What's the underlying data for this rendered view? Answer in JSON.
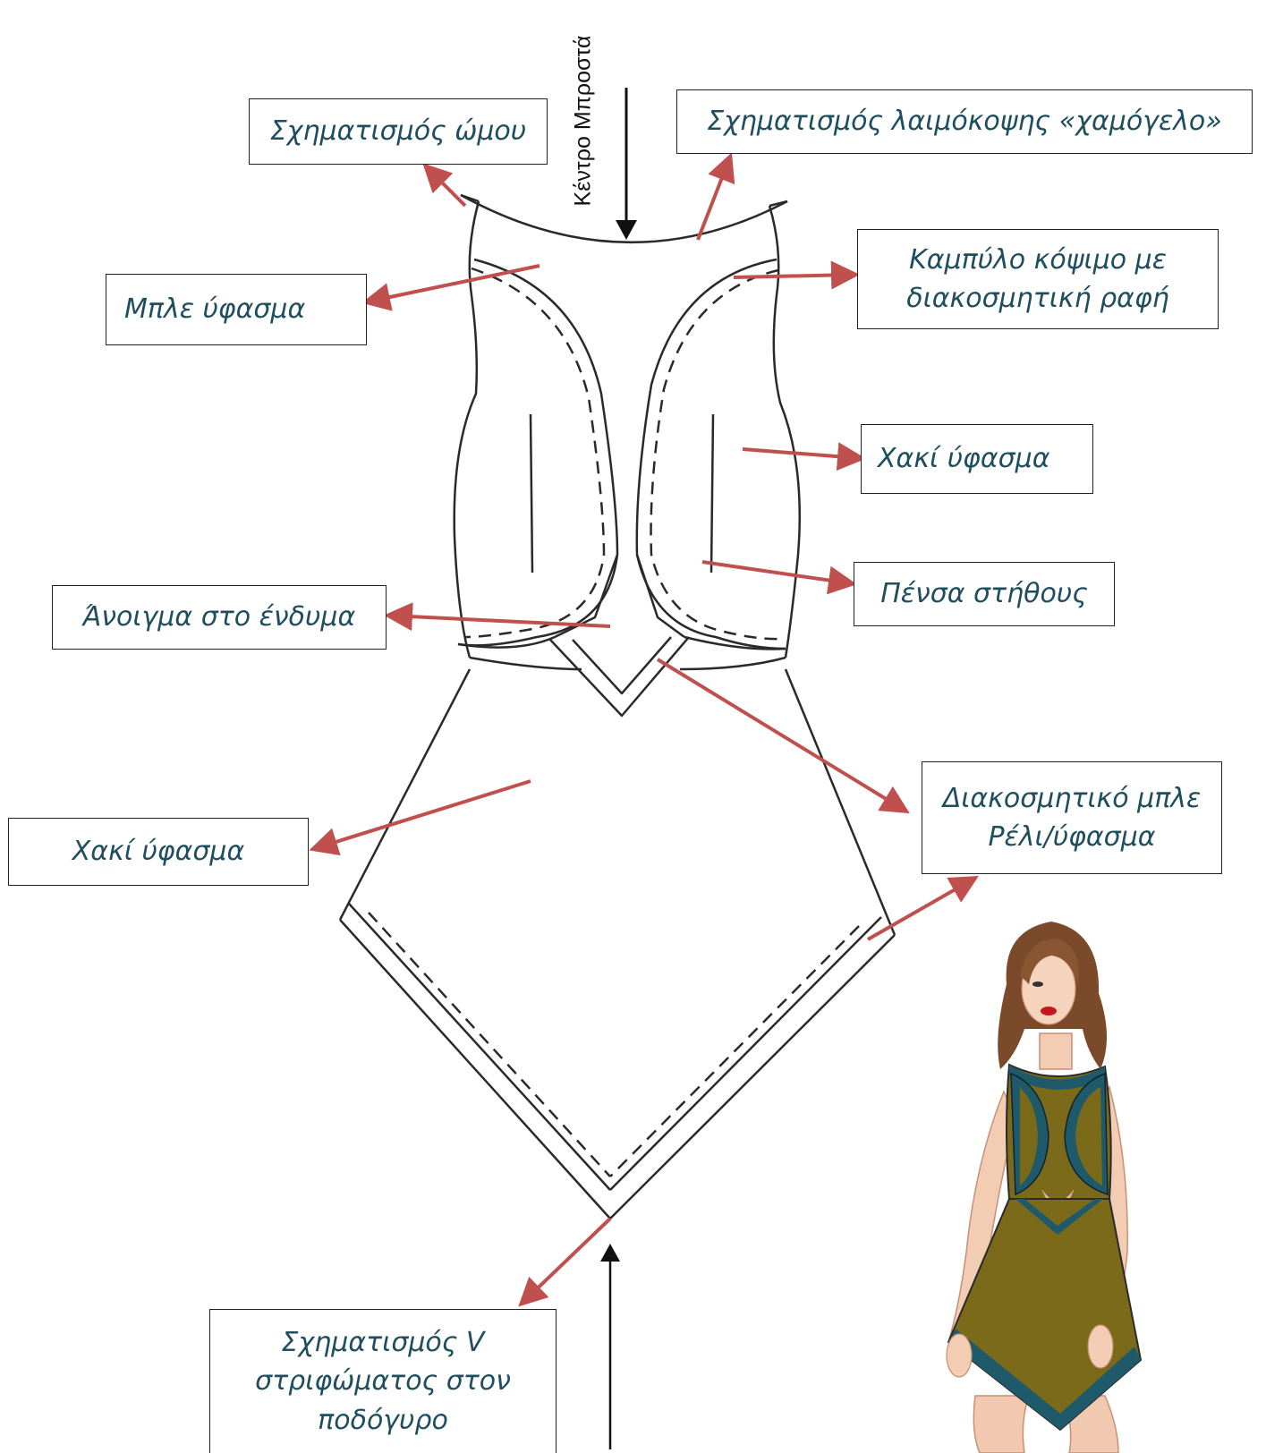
{
  "center_front": "Κέντρο Μπροστά",
  "labels": {
    "shoulder_shaping": "Σχηματισμός ώμου",
    "neckline_shaping": "Σχηματισμός λαιμόκοψης «χαμόγελο»",
    "blue_fabric": "Μπλε ύφασμα",
    "curved_cut": [
      "Καμπύλο κόψιμο με",
      "διακοσμητική ραφή"
    ],
    "khaki_fabric_top": "Χακί ύφασμα",
    "bust_dart": "Πένσα στήθους",
    "garment_opening": "Άνοιγμα στο ένδυμα",
    "decorative_blue": [
      "Διακοσμητικό μπλε",
      "Ρέλι/ύφασμα"
    ],
    "khaki_fabric_skirt": "Χακί ύφασμα",
    "v_hem": [
      "Σχηματισμός V",
      "στριφώματος στον",
      "ποδόγυρο"
    ]
  },
  "colors": {
    "label_text": "#1f4e5f",
    "annotation_arrow": "#c0504d",
    "line": "#2a2a2a",
    "khaki": "#7a6a1a",
    "teal_blue": "#1f5a6a"
  }
}
